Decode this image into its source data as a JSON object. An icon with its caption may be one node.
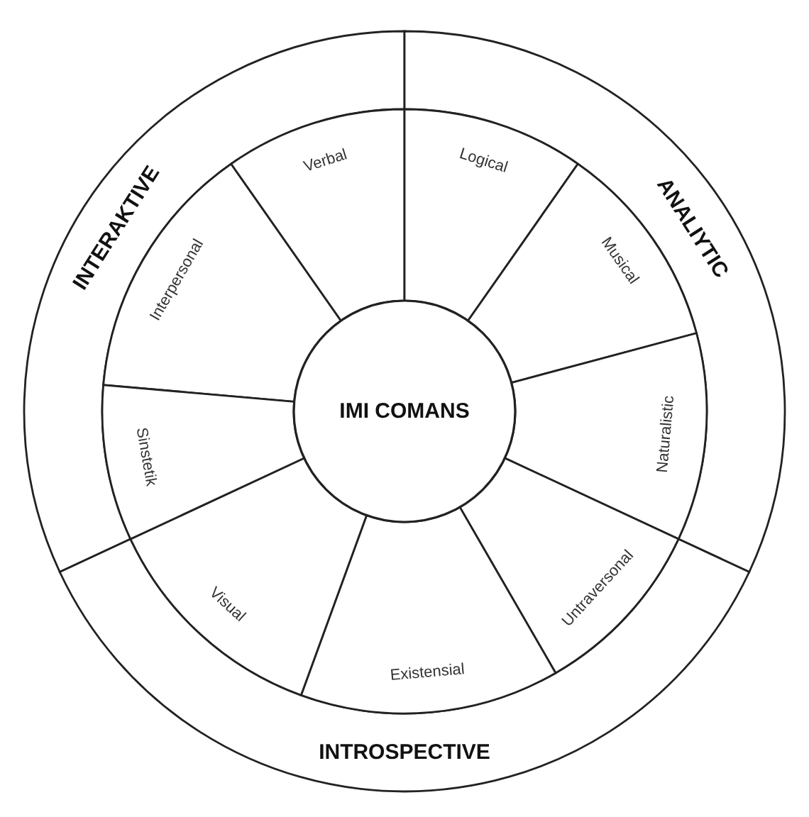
{
  "diagram": {
    "nodes": [
      {
        "text": [
          "INTERAKTIVE"
        ]
      },
      {
        "text": [
          "ANALIYTIC"
        ]
      },
      {
        "text": [
          "INTROSPECTIVE"
        ]
      },
      {
        "text": [
          "Interpersonal"
        ]
      },
      {
        "text": [
          "Verbal"
        ]
      },
      {
        "text": [
          "Logical"
        ]
      },
      {
        "text": [
          "Musical"
        ]
      },
      {
        "text": [
          "Naturalistic"
        ]
      },
      {
        "text": [
          "Untraversonal"
        ]
      },
      {
        "text": [
          "Existensial"
        ]
      },
      {
        "text": [
          "Visual"
        ]
      },
      {
        "text": [
          "Sinstetik"
        ]
      },
      {
        "text": [
          "IMI COMANS"
        ]
      }
    ]
  }
}
